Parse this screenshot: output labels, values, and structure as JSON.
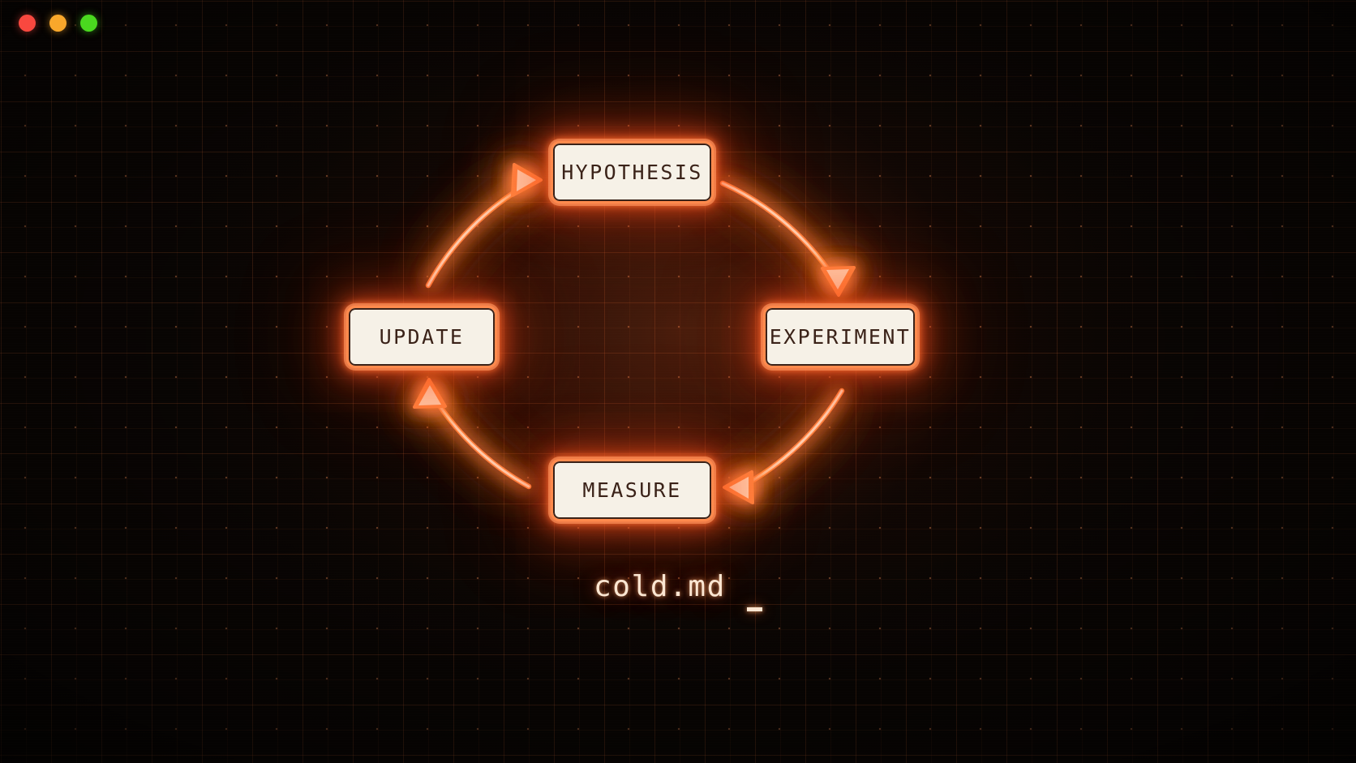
{
  "window": {
    "title": "cold.md",
    "traffic_lights": [
      {
        "name": "close",
        "color": "#f9483f"
      },
      {
        "name": "minimize",
        "color": "#f9a72b"
      },
      {
        "name": "maximize",
        "color": "#4ad81f"
      }
    ]
  },
  "theme": {
    "background": "#090503",
    "accent": "#ff8a4d",
    "glow": "#ff5a1e",
    "node_fill": "#f6f1e7",
    "node_text": "#3a2218",
    "caption_text": "#fbe6d2",
    "grid_line": "#ff783c"
  },
  "diagram": {
    "type": "cycle",
    "direction": "clockwise",
    "node_count": 4,
    "nodes": [
      {
        "id": "hypothesis",
        "label": "HYPOTHESIS",
        "position": "top"
      },
      {
        "id": "experiment",
        "label": "EXPERIMENT",
        "position": "right"
      },
      {
        "id": "measure",
        "label": "MEASURE",
        "position": "bottom"
      },
      {
        "id": "update",
        "label": "UPDATE",
        "position": "left"
      }
    ],
    "edges": [
      {
        "from": "hypothesis",
        "to": "experiment",
        "arrow": "curved"
      },
      {
        "from": "experiment",
        "to": "measure",
        "arrow": "curved"
      },
      {
        "from": "measure",
        "to": "update",
        "arrow": "curved"
      },
      {
        "from": "update",
        "to": "hypothesis",
        "arrow": "curved"
      }
    ]
  },
  "caption": {
    "filename": "cold.md",
    "cursor": "_"
  }
}
